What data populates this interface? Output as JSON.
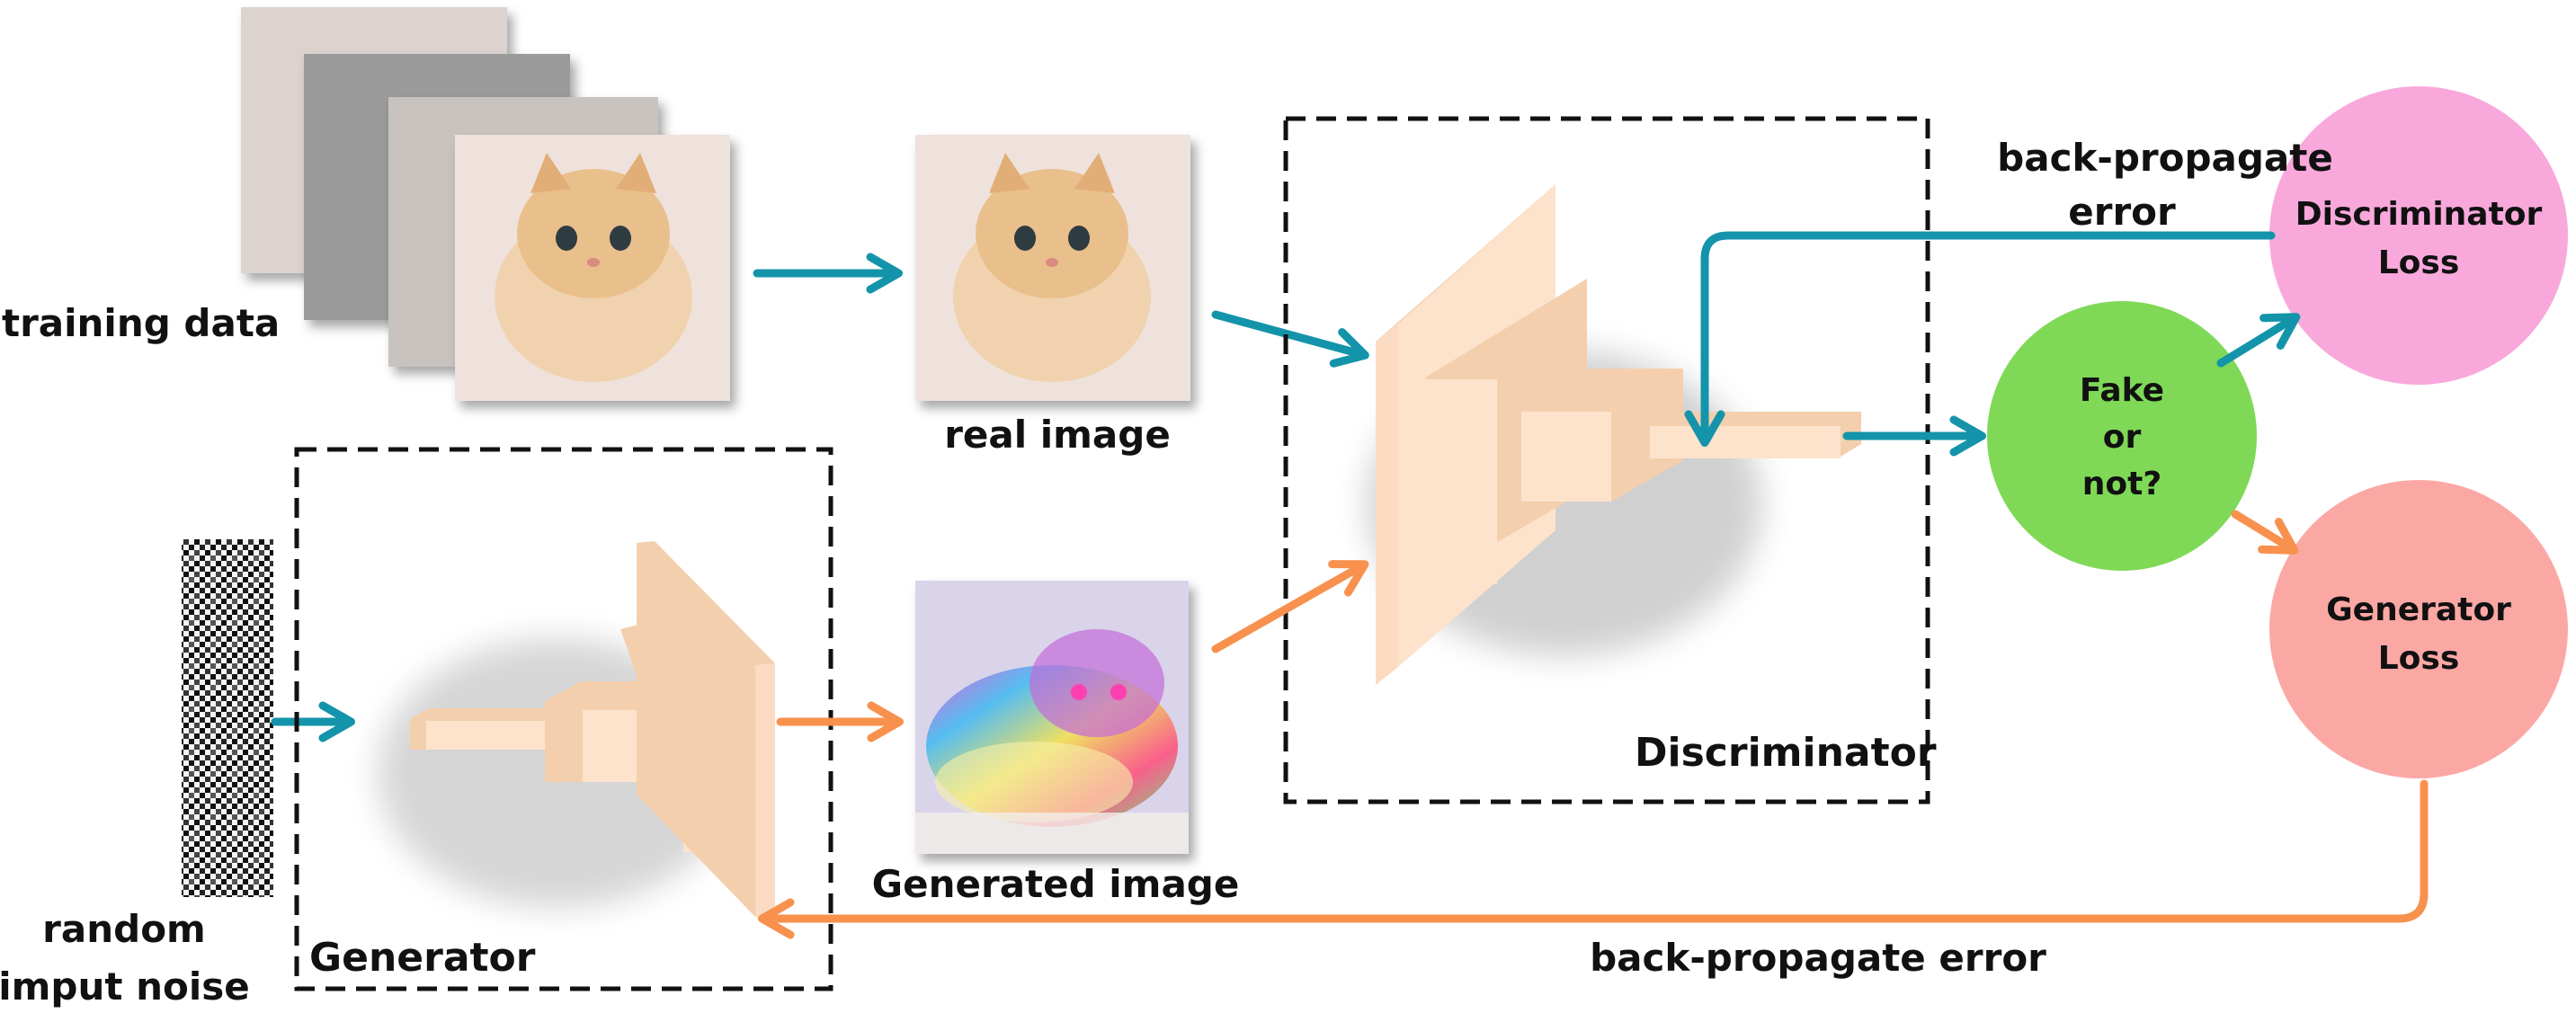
{
  "labels": {
    "training_data": "training data",
    "real_image": "real image",
    "generated_image": "Generated image",
    "random_input_line1": "random",
    "random_input_line2": "imput noise",
    "generator": "Generator",
    "discriminator": "Discriminator",
    "backprop_top_line1": "back-propagate",
    "backprop_top_line2": "error",
    "backprop_bottom": "back-propagate error"
  },
  "nodes": {
    "fake_or_not": {
      "line1": "Fake",
      "line2": "or",
      "line3": "not?",
      "color": "#7fd957"
    },
    "discriminator_loss": {
      "line1": "Discriminator",
      "line2": "Loss",
      "color": "#f9a8dc"
    },
    "generator_loss": {
      "line1": "Generator",
      "line2": "Loss",
      "color": "#fba8a5"
    }
  },
  "colors": {
    "real_flow": "#1494aa",
    "fake_flow": "#f7914d",
    "layer_front": "#fde3cc",
    "layer_side": "#f4cfae"
  }
}
